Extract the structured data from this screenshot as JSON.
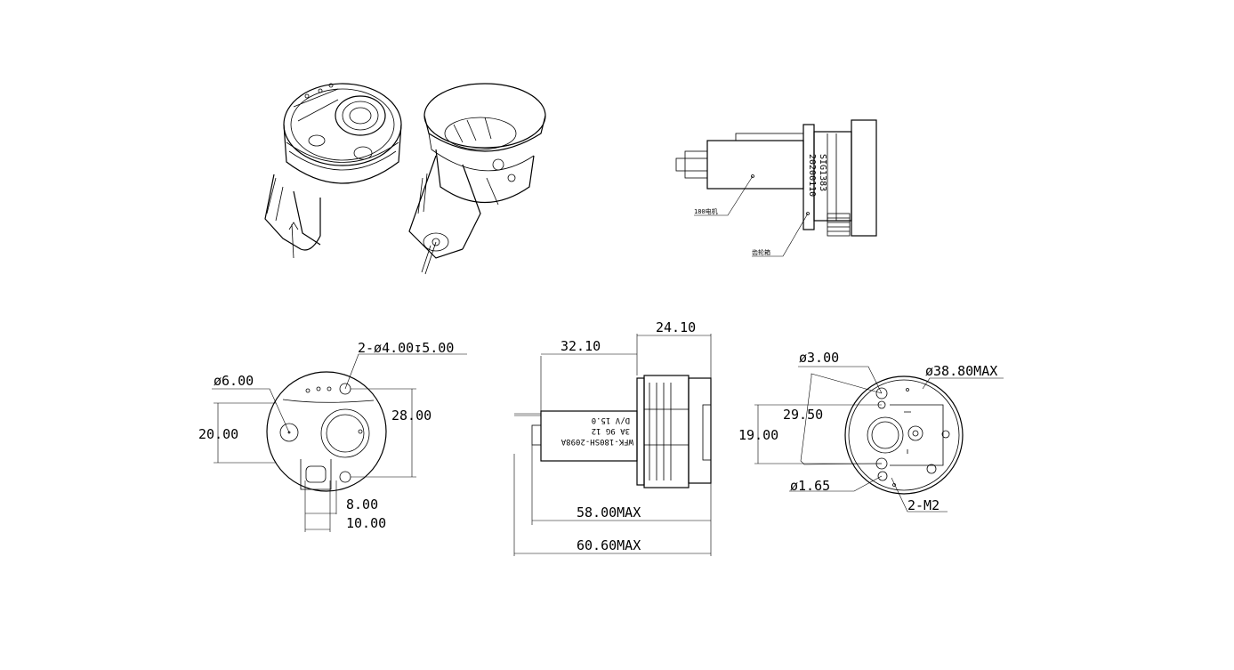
{
  "iso_views": {
    "front_top_note": "",
    "callout_motor": "180电机",
    "callout_gearbox": "齿轮箱"
  },
  "side_detail": {
    "marking_line1": "SIG1383",
    "marking_line2": "20200110"
  },
  "front_view": {
    "hole_callout": "2-ø4.00↧5.00",
    "dia_label": "ø6.00",
    "dim_vertical_left": "20.00",
    "dim_vertical_right": "28.00",
    "dim_bottom_inner": "8.00",
    "dim_bottom_outer": "10.00"
  },
  "side_view": {
    "dim_top_left": "32.10",
    "dim_top_right": "24.10",
    "dim_bottom_1": "58.00MAX",
    "dim_bottom_2": "60.60MAX",
    "motor_label_line1": "D/V 15.0",
    "motor_label_line2": "3A  9G  12",
    "motor_label_line3": "WFK-180SH-2098A"
  },
  "rear_view": {
    "dia_small": "ø3.00",
    "dia_outer": "ø38.80MAX",
    "dim_29": "29.50",
    "dim_19": "19.00",
    "dia_hole": "ø1.65",
    "screw_callout": "2-M2"
  }
}
